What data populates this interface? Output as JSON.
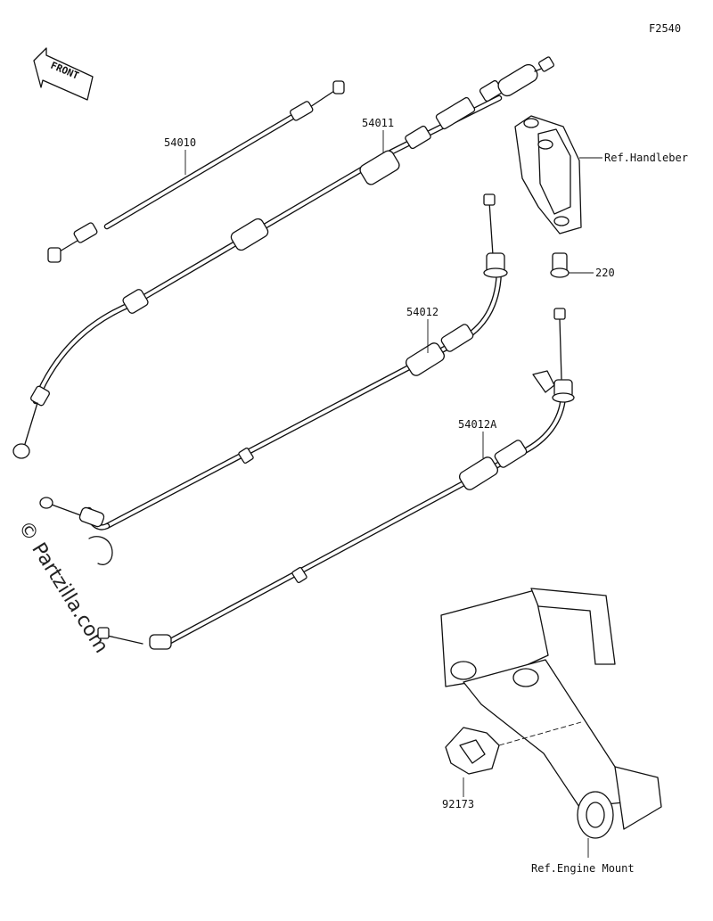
{
  "figure_code": "F2540",
  "front_label": "FRONT",
  "watermark": "© Partzilla.com",
  "callouts": {
    "p54010": "54010",
    "p54011": "54011",
    "p54012": "54012",
    "p54012a": "54012A",
    "p220": "220",
    "p92173": "92173",
    "ref_handlebar": "Ref.Handleber",
    "ref_engine_mount": "Ref.Engine Mount"
  }
}
